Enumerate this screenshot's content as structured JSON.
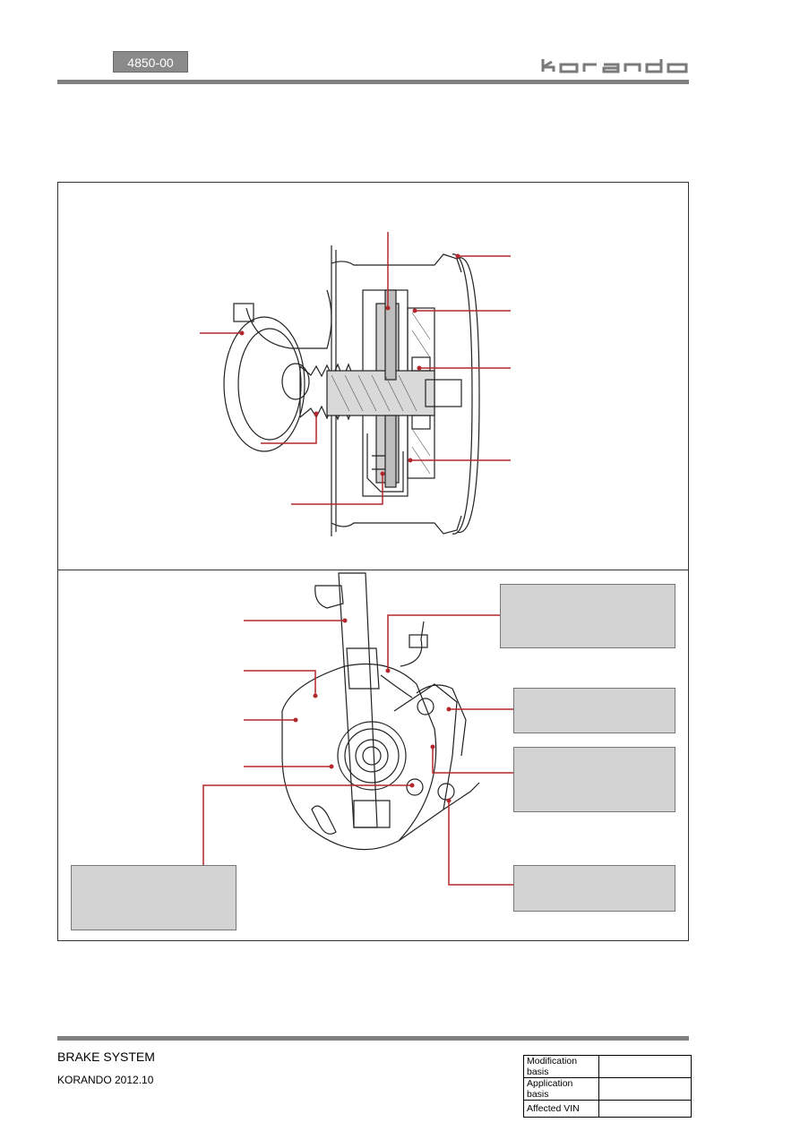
{
  "header": {
    "section_code": "4850-00",
    "brand_logo": "korando"
  },
  "callouts": {
    "top_right": "",
    "mid_right_1": "",
    "mid_right_2": "",
    "bottom_right": "",
    "bottom_left": ""
  },
  "footer": {
    "title": "BRAKE SYSTEM",
    "subtitle": "KORANDO 2012.10",
    "basis_table": [
      {
        "label": "Modification basis",
        "value": ""
      },
      {
        "label": "Application basis",
        "value": ""
      },
      {
        "label": "Affected VIN",
        "value": ""
      }
    ]
  },
  "colors": {
    "leader_red": "#b3282d",
    "rule_gray": "#808080",
    "callout_fill": "#d3d3d3"
  }
}
